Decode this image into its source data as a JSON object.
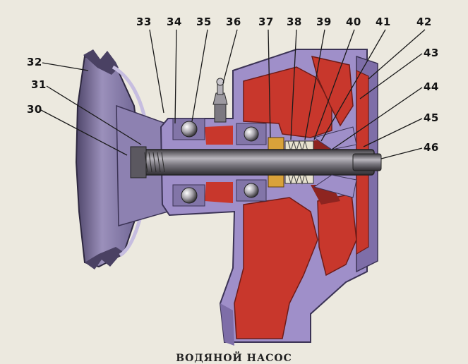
{
  "diagram": {
    "caption": "ВОДЯНОЙ НАСОС",
    "labels": [
      "30",
      "31",
      "32",
      "33",
      "34",
      "35",
      "36",
      "37",
      "38",
      "39",
      "40",
      "41",
      "42",
      "43",
      "44",
      "45",
      "46"
    ],
    "colors": {
      "background": "#ece9df",
      "housing": "#9f8fc9",
      "housing_dark": "#7e6ea8",
      "cavity": "#c8372c",
      "cavity_dark": "#8e2420",
      "pulley": "#8a7fa6",
      "shaft": "#6d6a70",
      "seal": "#d9a23a"
    }
  }
}
